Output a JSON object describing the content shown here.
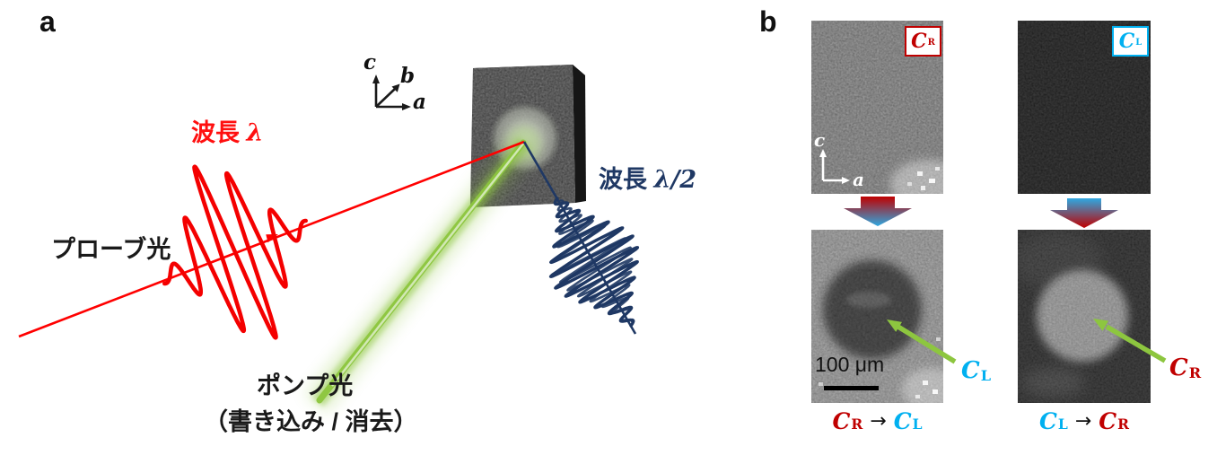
{
  "colors": {
    "probe_red": "#FF0000",
    "shg_navy": "#1F3864",
    "pump_green": "#8DC63F",
    "state_crimson": "#C00000",
    "state_cyan": "#00B0F0",
    "gradient_blue": "#2FA8E1"
  },
  "panel_a": {
    "label": "a",
    "probe_beam_label": "プローブ光",
    "probe_wavelength": {
      "prefix": "波長",
      "symbol": "λ"
    },
    "shg_wavelength": {
      "prefix": "波長",
      "symbol": "λ/2"
    },
    "pump_beam_label": "ポンプ光",
    "pump_beam_note": "（書き込み / 消去）",
    "axes": {
      "c": "c",
      "b": "b",
      "a": "a"
    }
  },
  "panel_b": {
    "label": "b",
    "axes": {
      "c": "c",
      "a": "a"
    },
    "scale_bar_label": "100 μm",
    "state_labels": {
      "cr": {
        "symbol": "C",
        "sub": "R"
      },
      "cl": {
        "symbol": "C",
        "sub": "L"
      }
    },
    "annotations": {
      "left": {
        "symbol": "C",
        "sub": "L"
      },
      "right": {
        "symbol": "C",
        "sub": "R"
      }
    },
    "captions": {
      "left": {
        "from_symbol": "C",
        "from_sub": "R",
        "arrow": "→",
        "to_symbol": "C",
        "to_sub": "L"
      },
      "right": {
        "from_symbol": "C",
        "from_sub": "L",
        "arrow": "→",
        "to_symbol": "C",
        "to_sub": "R"
      }
    }
  }
}
